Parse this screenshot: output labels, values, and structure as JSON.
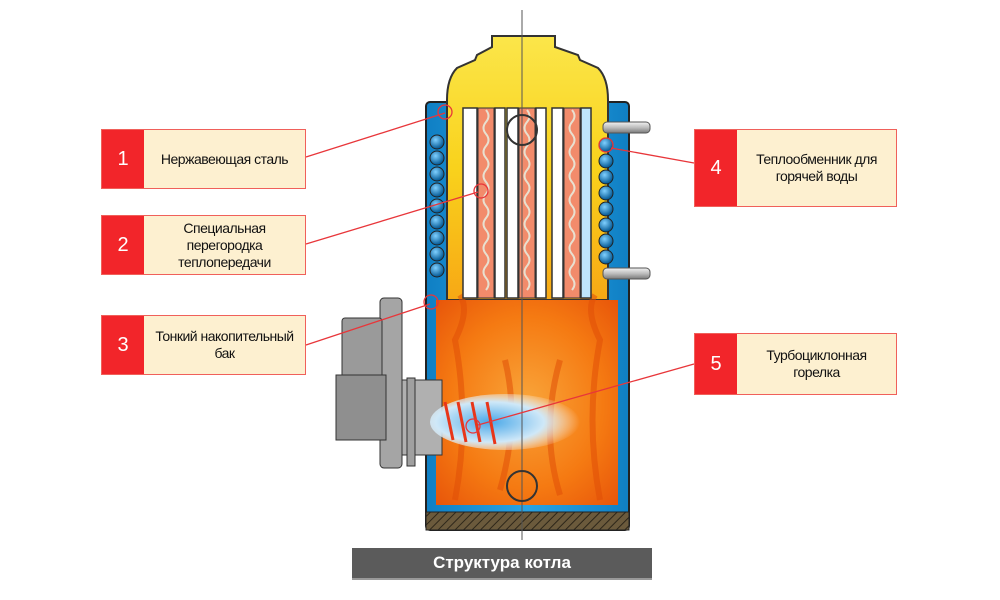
{
  "title": "Структура котла",
  "callouts": [
    {
      "number": "1",
      "label": "Нержавеющая сталь"
    },
    {
      "number": "2",
      "label": "Специальная перегородка теплопередачи"
    },
    {
      "number": "3",
      "label": "Тонкий накопительный бак"
    },
    {
      "number": "4",
      "label": "Теплообменник для горячей воды"
    },
    {
      "number": "5",
      "label": "Турбоциклонная горелка"
    }
  ],
  "colors": {
    "callout_number_bg": "#f2252a",
    "callout_text_bg": "#fdf0d0",
    "leader_line": "#e8363a",
    "water_jacket": "#1a8fd0",
    "flame_orange": "#f57a12",
    "flame_yellow": "#f9d71c",
    "title_bar": "#5b5b5b"
  }
}
